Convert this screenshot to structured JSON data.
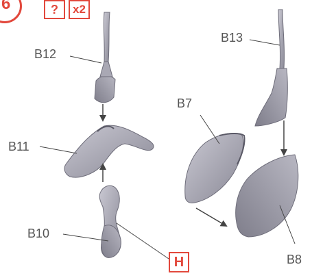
{
  "header": {
    "step_number": "6",
    "question_badge": "?",
    "quantity_badge": "x2"
  },
  "labels": {
    "b12": "B12",
    "b11": "B11",
    "b10": "B10",
    "b13": "B13",
    "b7": "B7",
    "b8": "B8"
  },
  "callout": {
    "h": "H"
  },
  "colors": {
    "accent": "#e2483c",
    "part_fill": "#9a99a6",
    "part_light": "#c9c8d2",
    "part_stroke": "#6e6d7a",
    "line": "#444444"
  }
}
